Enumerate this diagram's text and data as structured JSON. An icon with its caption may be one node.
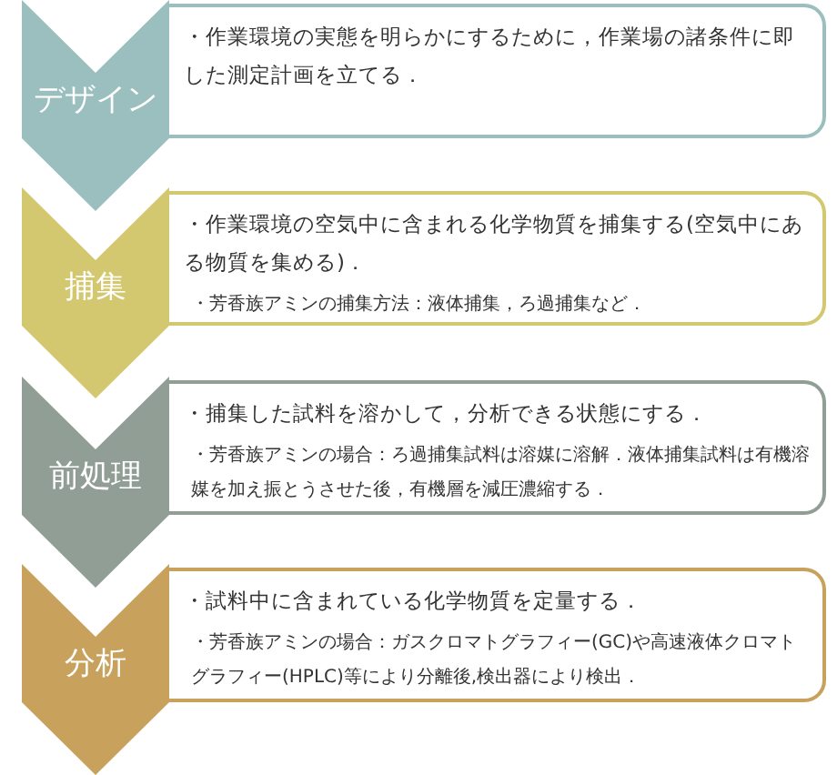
{
  "diagram": {
    "nodes": [
      {
        "text": [
          "デザイン"
        ]
      },
      {
        "text": [
          "・作業環境の実態を明らかにするために，作業場の諸条件に即した測定計画を立てる．"
        ]
      },
      {
        "text": [
          "捕集"
        ]
      },
      {
        "text": [
          "・作業環境の空気中に含まれる化学物質を捕集する(空気中にある物質を集める)．",
          "・芳香族アミンの捕集方法：液体捕集，ろ過捕集など．"
        ]
      },
      {
        "text": [
          "前処理"
        ]
      },
      {
        "text": [
          "・捕集した試料を溶かして，分析できる状態にする．",
          "・芳香族アミンの場合：ろ過捕集試料は溶媒に溶解．液体捕集試料は有機溶媒を加え振とうさせた後，有機層を減圧濃縮する．"
        ]
      },
      {
        "text": [
          "分析"
        ]
      },
      {
        "text": [
          "・試料中に含まれている化学物質を定量する．",
          "・芳香族アミンの場合：ガスクロマトグラフィー(GC)や高速液体クロマトグラフィー(HPLC)等により分離後,検出器により検出．"
        ]
      }
    ]
  }
}
